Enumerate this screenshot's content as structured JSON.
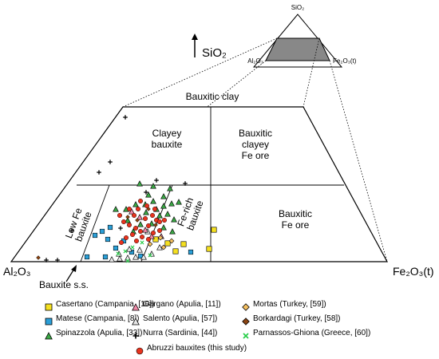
{
  "apex_labels": {
    "top_small": "SiO₂",
    "left_small": "Al₂O₃",
    "right_small": "Fe₂O₃(t)",
    "arrow_label": "SiO₂",
    "left_big": "Al₂O₃",
    "right_big": "Fe₂O₃(t)"
  },
  "field_labels": {
    "bauxitic_clay": "Bauxitic clay",
    "clayey_bauxite": [
      "Clayey",
      "bauxite"
    ],
    "bauxitic_clayey_fe_ore": [
      "Bauxitic",
      "clayey",
      "Fe ore"
    ],
    "bauxitic_fe_ore": [
      "Bauxitic",
      "Fe ore"
    ],
    "low_fe_bauxite": [
      "Low Fe",
      "bauxite"
    ],
    "fe_rich_bauxite": [
      "Fe-rich",
      "bauxite"
    ],
    "bauxite_ss": "Bauxite s.s."
  },
  "legend": [
    {
      "label": "Casertano (Campania, [10])",
      "symbol": "square",
      "color": "#f5e020"
    },
    {
      "label": "Gargano (Apulia, [11])",
      "symbol": "triangle",
      "color": "#f08aa8"
    },
    {
      "label": "Mortas (Turkey, [59])",
      "symbol": "diamond",
      "color": "#f5c060"
    },
    {
      "label": "Matese (Campania, [8])",
      "symbol": "square",
      "color": "#2a9fd8"
    },
    {
      "label": "Salento (Apulia, [57])",
      "symbol": "triangle",
      "color": "#e8e8e8"
    },
    {
      "label": "Borkardagi (Turkey, [58])",
      "symbol": "diamond",
      "color": "#8b4513"
    },
    {
      "label": "Spinazzola (Apulia, [33])",
      "symbol": "triangle",
      "color": "#3aa844"
    },
    {
      "label": "Nurra (Sardinia, [44])",
      "symbol": "plus",
      "color": "#000000"
    },
    {
      "label": "Parnassos-Ghiona (Greece, [60])",
      "symbol": "cross",
      "color": "#22cc44"
    },
    {
      "label": "Abruzzi bauxites (this study)",
      "symbol": "circle",
      "color": "#e8331e"
    }
  ],
  "colors": {
    "inset_fill": "#888888",
    "line": "#000000"
  }
}
